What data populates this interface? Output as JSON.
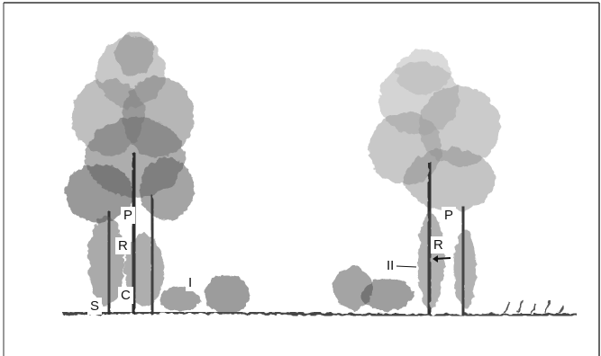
{
  "labels": {
    "left_tree_p": "P",
    "left_tree_r": "R",
    "left_tree_c": "C",
    "left_tree_s": "S",
    "shrub_i": "I",
    "right_tree_ii": "II",
    "right_tree_p": "P",
    "right_tree_r": "R"
  },
  "colors": {
    "ink": "#222222",
    "foliage_dark": "#3a3a3a",
    "foliage_light": "#8a8a8a",
    "frame": "#333333"
  }
}
